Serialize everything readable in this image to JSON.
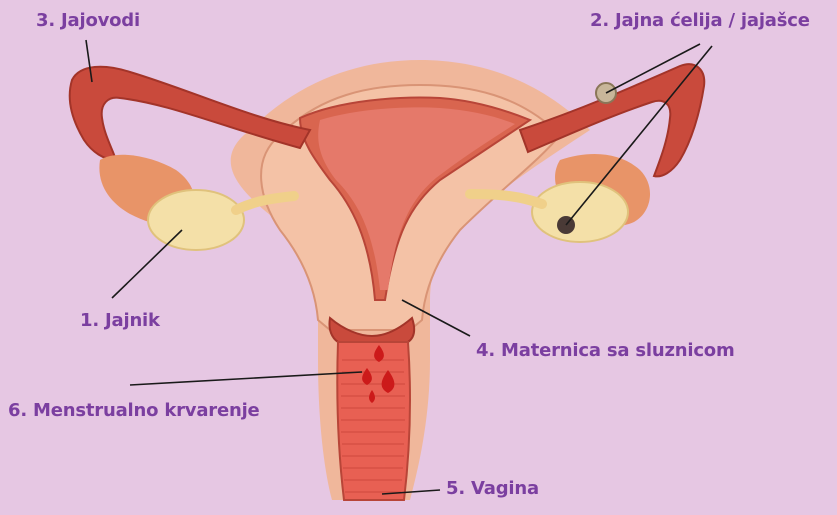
{
  "background_color": "#e6c7e3",
  "label_color": "#7b3fa0",
  "labels": {
    "ovary": "1. Jajnik",
    "egg_cell": "2. Jajna ćelija / jajašce",
    "fallopian_tubes": "3. Jajovodi",
    "uterus": "4. Maternica sa sluznicom",
    "vagina": "5. Vagina",
    "menstrual_bleeding": "6. Menstrualno krvarenje"
  }
}
